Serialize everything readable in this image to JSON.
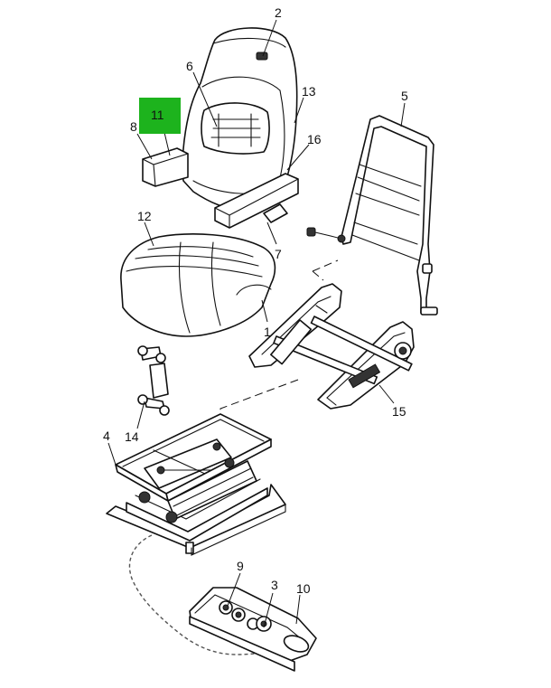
{
  "diagram": {
    "highlight_color": "#1db31d",
    "callouts": {
      "c1": "1",
      "c2": "2",
      "c3": "3",
      "c4": "4",
      "c5": "5",
      "c6": "6",
      "c7": "7",
      "c8": "8",
      "c9": "9",
      "c10": "10",
      "c11": "11",
      "c12": "12",
      "c13": "13",
      "c14": "14",
      "c15": "15",
      "c16": "16"
    }
  }
}
